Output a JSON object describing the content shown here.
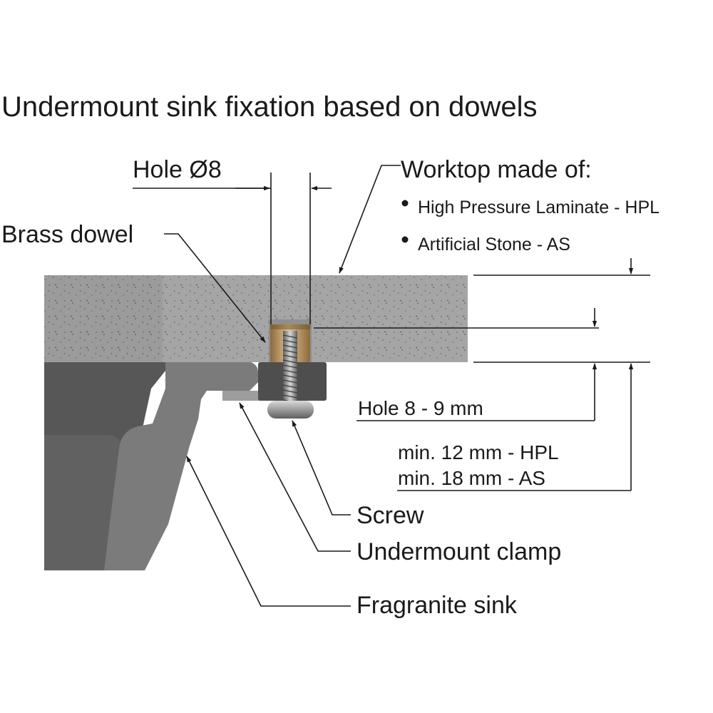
{
  "title": "Undermount sink fixation based on dowels",
  "labels": {
    "hole_diameter": "Hole Ø8",
    "worktop_heading": "Worktop made of:",
    "worktop_materials": [
      "High Pressure Laminate - HPL",
      "Artificial Stone - AS"
    ],
    "brass_dowel": "Brass dowel",
    "hole_depth": "Hole 8 - 9 mm",
    "min_hpl": "min. 12 mm - HPL",
    "min_as": "min. 18 mm - AS",
    "screw": "Screw",
    "undermount_clamp": "Undermount clamp",
    "fragranite_sink": "Fragranite sink"
  },
  "colors": {
    "worktop": "#a3a3a3",
    "sink": "#5a5a5a",
    "sink_rim": "#7d7d7d",
    "brass": "#c8a06a",
    "clamp": "#505050",
    "screw": "#9b9b9b"
  }
}
